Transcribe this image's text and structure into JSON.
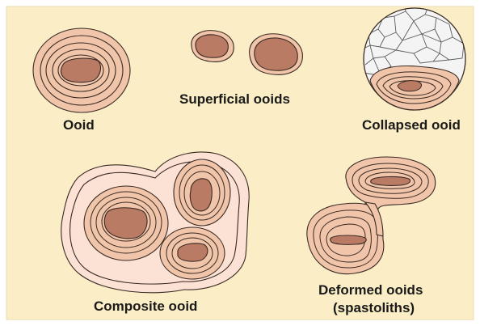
{
  "labels": {
    "ooid": "Ooid",
    "superficial": "Superficial ooids",
    "collapsed": "Collapsed ooid",
    "composite": "Composite ooid",
    "deformed_line1": "Deformed ooids",
    "deformed_line2": "(spastoliths)"
  },
  "colors": {
    "background": "#fbeec6",
    "ring": "#f0c5a9",
    "nucleus": "#b97b64",
    "outline": "#3a2a24",
    "matrix": "#fbe2d4",
    "calcite": "#f4f4f4"
  }
}
